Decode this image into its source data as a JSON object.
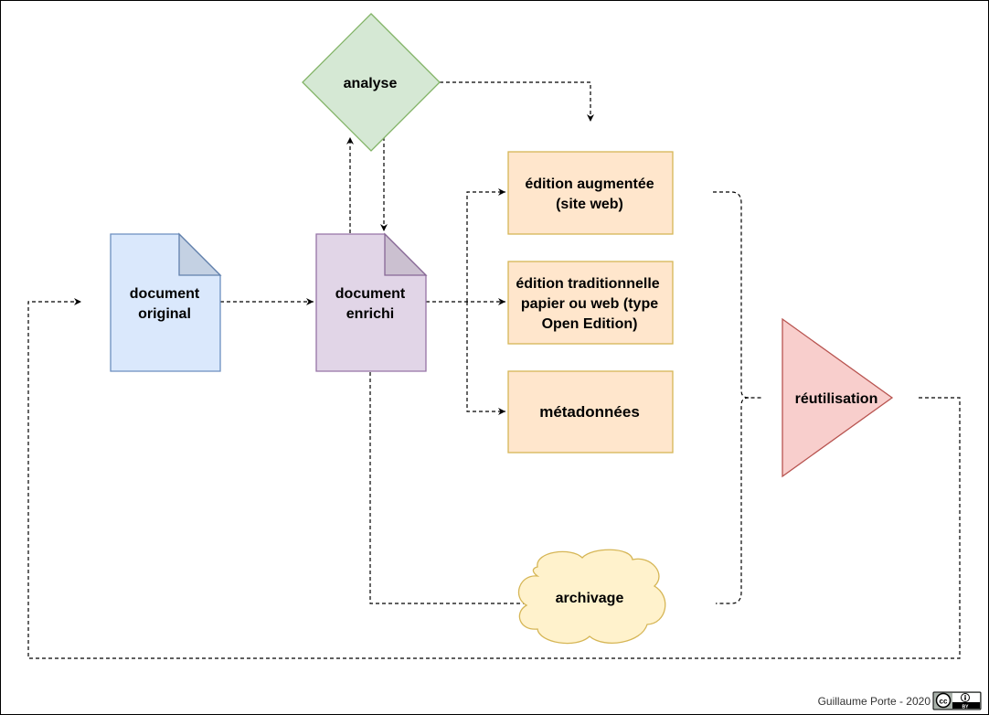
{
  "nodes": {
    "analyse": {
      "label": "analyse",
      "fill": "#d5e8d4",
      "stroke": "#82b366"
    },
    "document_original": {
      "lines": [
        "document",
        "original"
      ],
      "fill": "#dae8fc",
      "stroke": "#6c8ebf"
    },
    "document_enrichi": {
      "lines": [
        "document",
        "enrichi"
      ],
      "fill": "#e1d5e7",
      "stroke": "#9673a6"
    },
    "edition_augmentee": {
      "lines": [
        "édition augmentée",
        "(site web)"
      ],
      "fill": "#ffe6cc",
      "stroke": "#d6b656"
    },
    "edition_traditionnelle": {
      "lines": [
        "édition traditionnelle",
        "papier ou web (type",
        "Open Edition)"
      ],
      "fill": "#ffe6cc",
      "stroke": "#d6b656"
    },
    "metadonnees": {
      "label": "métadonnées",
      "fill": "#ffe6cc",
      "stroke": "#d6b656"
    },
    "reutilisation": {
      "label": "réutilisation",
      "fill": "#f8cecc",
      "stroke": "#b85450"
    },
    "archivage": {
      "label": "archivage",
      "fill": "#fff2cc",
      "stroke": "#d6b656"
    }
  },
  "credit": {
    "text": "Guillaume Porte - 2020",
    "license_icon": "cc-by-license-icon"
  }
}
